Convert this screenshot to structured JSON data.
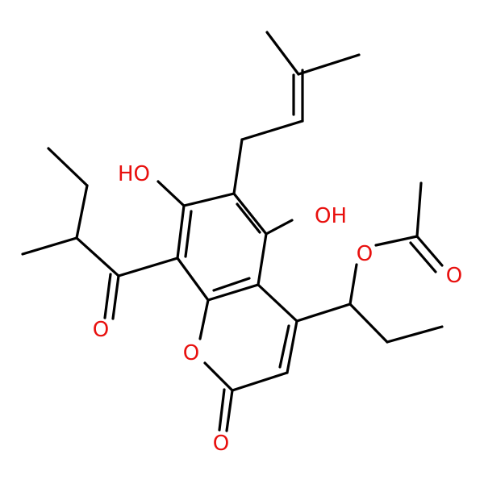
{
  "structure": {
    "labels": {
      "oh_left": "HO",
      "oh_right": "OH",
      "o_ketone": "O",
      "o_ring": "O",
      "o_lactone": "O",
      "o_ester": "O",
      "o_acetyl": "O"
    },
    "colors": {
      "bond": "#000000",
      "oxygen": "#e8100e",
      "background": "#ffffff"
    }
  }
}
